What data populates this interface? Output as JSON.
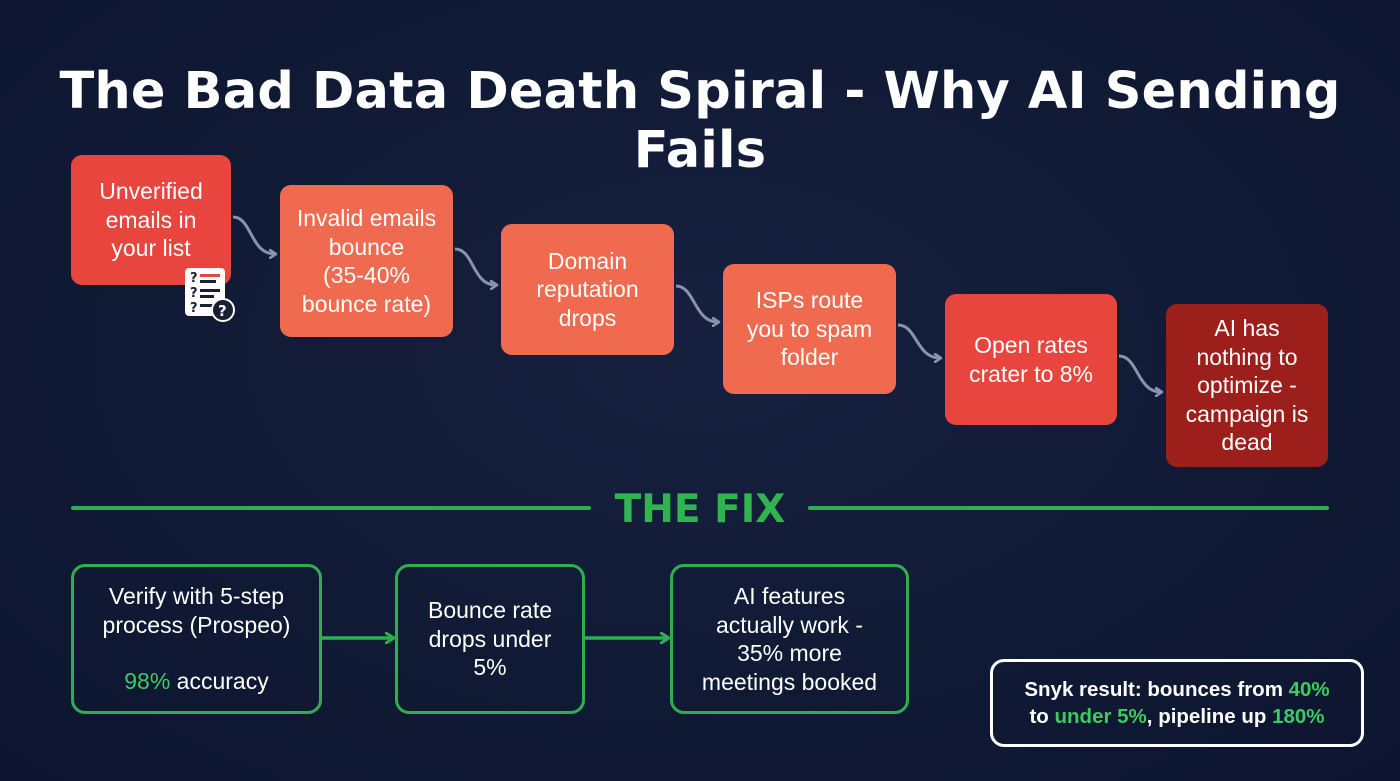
{
  "title": "The Bad Data Death Spiral - Why AI Sending Fails",
  "spiral_steps": [
    {
      "label": "Unverified\nemails in\nyour list"
    },
    {
      "label": "Invalid emails\nbounce\n(35-40%\nbounce rate)"
    },
    {
      "label": "Domain\nreputation\ndrops"
    },
    {
      "label": "ISPs route\nyou to spam\nfolder"
    },
    {
      "label": "Open rates\ncrater to 8%"
    },
    {
      "label": "AI has\nnothing to\noptimize -\ncampaign is\ndead"
    }
  ],
  "icons": {
    "step1": "checklist-question-icon"
  },
  "fix": {
    "heading": "THE FIX",
    "steps": [
      {
        "label": "Verify with 5-step\nprocess (Prospeo)",
        "highlight": "98%",
        "suffix": " accuracy"
      },
      {
        "label": "Bounce rate\ndrops under\n5%"
      },
      {
        "label": "AI features\nactually work -\n35% more\nmeetings booked"
      }
    ]
  },
  "result": {
    "part1": "Snyk result: bounces from ",
    "h1": "40%",
    "part2": "to ",
    "h2": "under 5%",
    "part3": ", pipeline up ",
    "h3": "180%"
  },
  "colors": {
    "background": "#111a35",
    "red": "#e8453f",
    "orange": "#ef6a4e",
    "dark_red": "#9c1f1c",
    "green": "#2fae4f",
    "arrow_gray": "#8a93aa"
  }
}
